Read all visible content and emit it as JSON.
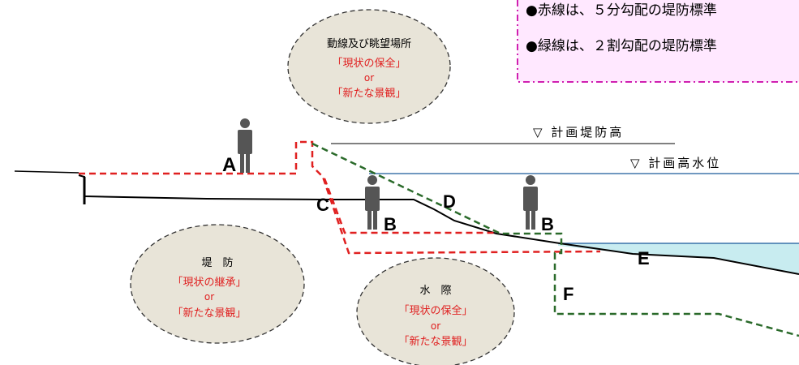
{
  "legend": {
    "red_line_note": "●赤線は、５分勾配の堤防標準",
    "green_line_note": "●緑線は、２割勾配の堤防標準"
  },
  "levels": {
    "design_levee_height": "▽ 計画堤防高",
    "design_high_water": "▽ 計画高水位"
  },
  "callouts": {
    "circulation": {
      "title": "動線及び眺望場所",
      "option1": "「現状の保全」",
      "or": "or",
      "option2": "「新たな景観」"
    },
    "levee": {
      "title": "堤　防",
      "option1": "「現状の継承」",
      "or": "or",
      "option2": "「新たな景観」"
    },
    "waterside": {
      "title": "水　際",
      "option1": "「現状の保全」",
      "or": "or",
      "option2": "「新たな景観」"
    }
  },
  "point_labels": {
    "A": "A",
    "B1": "B",
    "B2": "B",
    "C": "C",
    "D": "D",
    "E": "E",
    "F": "F"
  },
  "colors": {
    "red_line": "#e02020",
    "green_line": "#2a6a2a",
    "water_fill": "#c8ecf0",
    "water_line": "#1a5a9a",
    "callout_fill": "#e8e4d8",
    "note_fill": "#ffe8ff",
    "note_border": "#d020b0",
    "person": "#555555"
  }
}
